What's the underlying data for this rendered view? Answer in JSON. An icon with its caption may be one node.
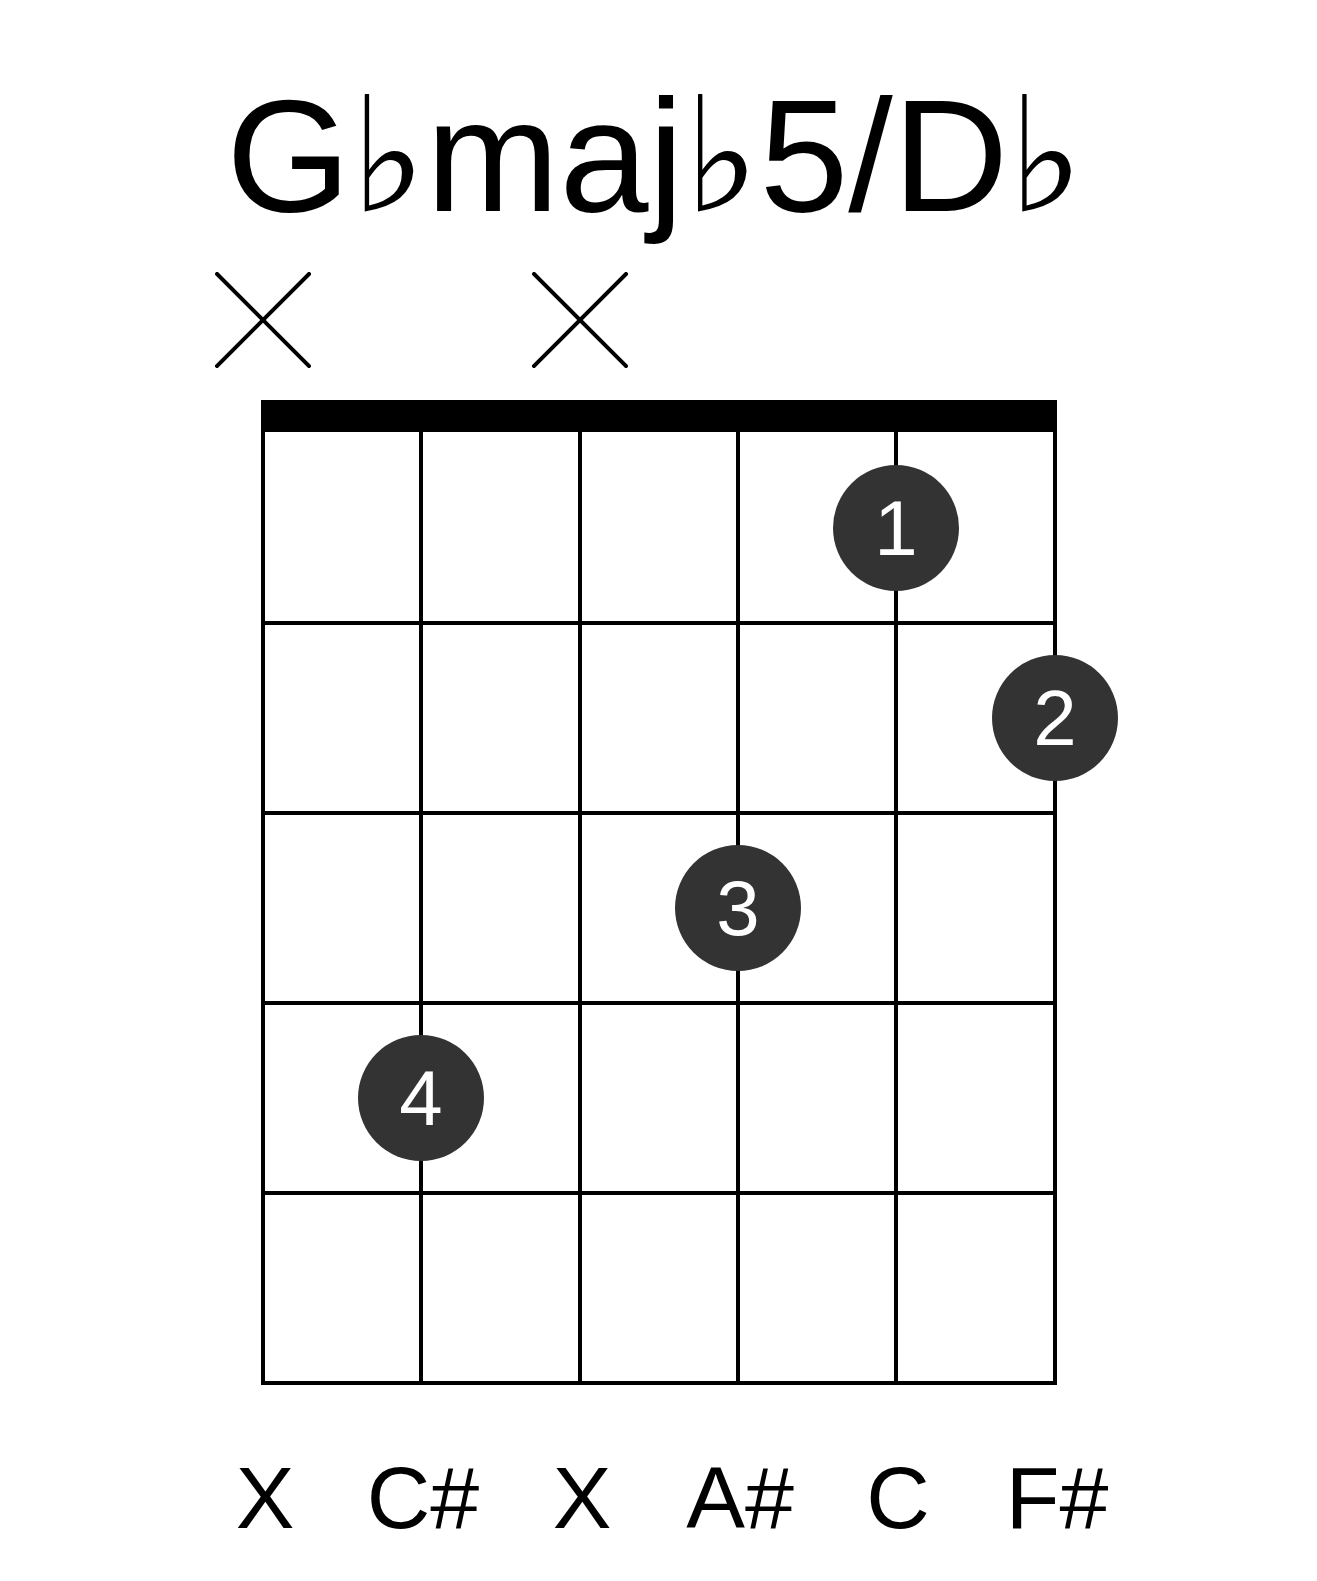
{
  "diagram": {
    "title": "G♭maj♭5/D♭",
    "nodes": [
      {
        "text": [
          "1"
        ]
      },
      {
        "text": [
          "2"
        ]
      },
      {
        "text": [
          "3"
        ]
      },
      {
        "text": [
          "4"
        ]
      }
    ],
    "labels": [
      "X",
      "C#",
      "X",
      "A#",
      "C",
      "F#"
    ]
  }
}
